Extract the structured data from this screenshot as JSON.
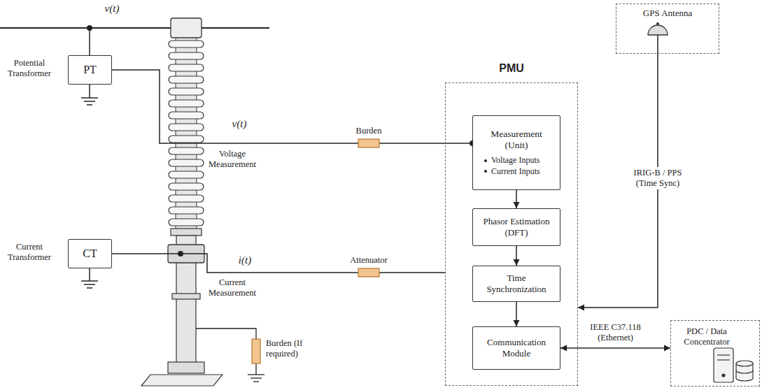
{
  "diagram": {
    "nodes": [
      {
        "text": [
          "PT"
        ]
      },
      {
        "text": [
          "CT"
        ]
      },
      {
        "text": [
          "PMU"
        ]
      },
      {
        "text": [
          "Measurement (Unit)",
          "Voltage Inputs",
          "Current Inputs"
        ],
        "in": 2
      },
      {
        "text": [
          "Phasor Estimation (DFT)"
        ],
        "in": 2
      },
      {
        "text": [
          "Time Synchronization"
        ],
        "in": 2
      },
      {
        "text": [
          "Communication Module"
        ],
        "in": 2
      },
      {
        "text": [
          "GPS Antenna"
        ]
      },
      {
        "text": [
          "PDC / Data Concentrator"
        ]
      }
    ],
    "edges": [
      {
        "from": 0,
        "to": 3,
        "arrow": "none"
      },
      {
        "from": 1,
        "to": 2,
        "arrow": "none"
      },
      {
        "from": 3,
        "to": 4,
        "arrow": "to"
      },
      {
        "from": 4,
        "to": 5,
        "arrow": "to"
      },
      {
        "from": 5,
        "to": 6,
        "arrow": "to"
      },
      {
        "from": 7,
        "to": 2,
        "arrow": "to",
        "label": "IRIG-B / PPS (Time Sync)"
      },
      {
        "from": 6,
        "to": 8,
        "arrow": "both",
        "label": "IEEE C37.118 (Ethernet)"
      }
    ],
    "labels": [
      "v(t)",
      "Potential Transformer",
      "Current Transformer",
      "v(t)",
      "Voltage Measurement",
      "Burden",
      "i(t)",
      "Current Measurement",
      "Attenuator",
      "Burden (If required)"
    ]
  }
}
